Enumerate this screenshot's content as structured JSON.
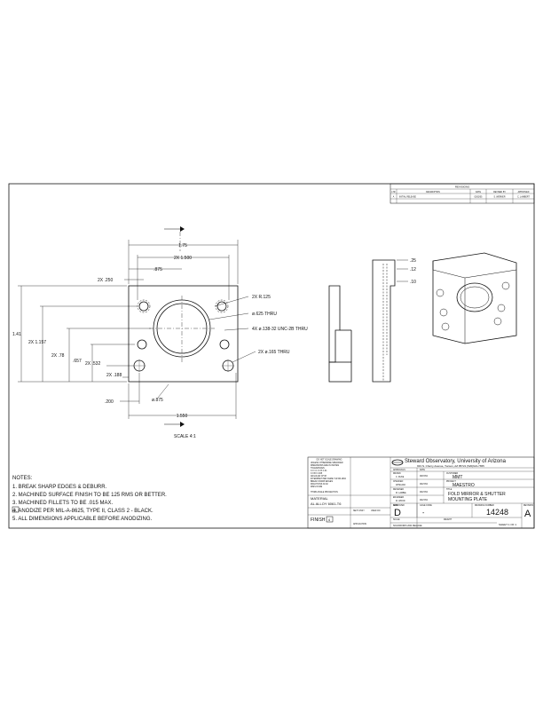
{
  "revisions": {
    "heading": "REVISIONS",
    "col_ltr": "LTR",
    "col_desc": "DESCRIPTION",
    "col_date": "DATE",
    "col_by": "REVISED BY",
    "col_appr": "APPROVED",
    "row_ltr": "A",
    "row_desc": "INITIAL RELEASE",
    "row_date": "02/03/05",
    "row_by": "S. WERNER",
    "row_appr": "C. LAMBERT"
  },
  "dimensions": {
    "overall_width": "1.75",
    "hole_spacing": "2X 1.500",
    "center_offset": ".875",
    "edge_250": "2X .250",
    "radius": "2X R.125",
    "bore": "ø.625 THRU",
    "tapped": "4X ø.138-32 UNC-2B THRU",
    "thru_holes": "2X ø.165 THRU",
    "height": "1.41",
    "v_1157": "2X 1.157",
    "v_78": "2X .78",
    "v_657": ".657",
    "v_532": "2X .532",
    "v_188": "2X .188",
    "h_200": ".200",
    "boss_dia": "ø.875",
    "base_1550": "1.550",
    "scale": "SCALE 4:1",
    "side_25": ".25",
    "side_12": ".12",
    "side_10": ".10"
  },
  "notes": {
    "heading": "NOTES:",
    "items": [
      "1. BREAK SHARP EDGES & DEBURR.",
      "2. MACHINED SURFACE FINISH TO BE 125 RMS OR BETTER.",
      "3. MACHINED FILLETS TO BE .015 MAX.",
      "4. ANODIZE PER MIL-A-8625, TYPE II, CLASS 2 - BLACK.",
      "5. ALL DIMENSIONS APPLICABLE BEFORE ANODIZING."
    ],
    "flag_number": "4"
  },
  "title_block": {
    "org_name": "Steward Observatory, University of Arizona",
    "org_address": "933 N. Cherry Avenue, Tucson, AZ 85721 (520)621-7655",
    "tol_header": "DO NOT SCALE DRAWING",
    "tol_lines": [
      "UNLESS OTHERWISE SPECIFIED:",
      "DIMENSIONS ARE IN INCHES",
      "TOLERANCES:",
      "X.X ±.1   X.XX ±.01",
      "X.XXX ±.005",
      "ANGULAR ±0°30'",
      "INTERPRET PER ASME Y14.5M-1994",
      "BREAK SHARP EDGES",
      "FRACTIONS ±1/32",
      "DIMS IN MM"
    ],
    "third_angle": "THIRD ANGLE PROJECTION",
    "material_label": "MATERIAL",
    "material_value": "AL ALLOY 6061-T6",
    "finish_label": "FINISH",
    "finish_num": "4",
    "next_assy": "NEXT ASSY",
    "used_on": "USED ON",
    "application": "APPLICATION",
    "approvals_hdr": "APPROVALS",
    "date_hdr": "DATE",
    "drawn_label": "DRAWN",
    "drawn_by": "C. DUKE",
    "drawn_date": "09/07/04",
    "checked_label": "CHECKED",
    "checked_by": "AHMAJAD",
    "checked_date": "09/27/04",
    "design_label": "DESIGNED",
    "design_by": "M. LAMBIE",
    "design_date": "09/27/04",
    "eng_label": "ENGINEER",
    "eng_by": "M. WOOD",
    "eng_date": "09/27/04",
    "appr_label": "APPROVED",
    "customer_label": "CUSTOMER",
    "customer": "MMT",
    "project_label": "PROJECT",
    "project": "MAESTRO",
    "title_label": "TITLE",
    "title_line1": "FOLD MIRROR & SHUTTER",
    "title_line2": "MOUNTING PLATE",
    "size_label": "SIZE",
    "size": "D",
    "cage_label": "CAGE CODE",
    "cage": "-",
    "dwg_label": "DRAWING NUMBER",
    "dwg_number": "14248",
    "rev_label": "REVISION",
    "rev": "A",
    "scale_label": "SCALE",
    "weight_label": "WEIGHT",
    "sheet": "SHEET 1 OF 1",
    "footer": "SOLIDWORKS 2004 RELEASE"
  }
}
